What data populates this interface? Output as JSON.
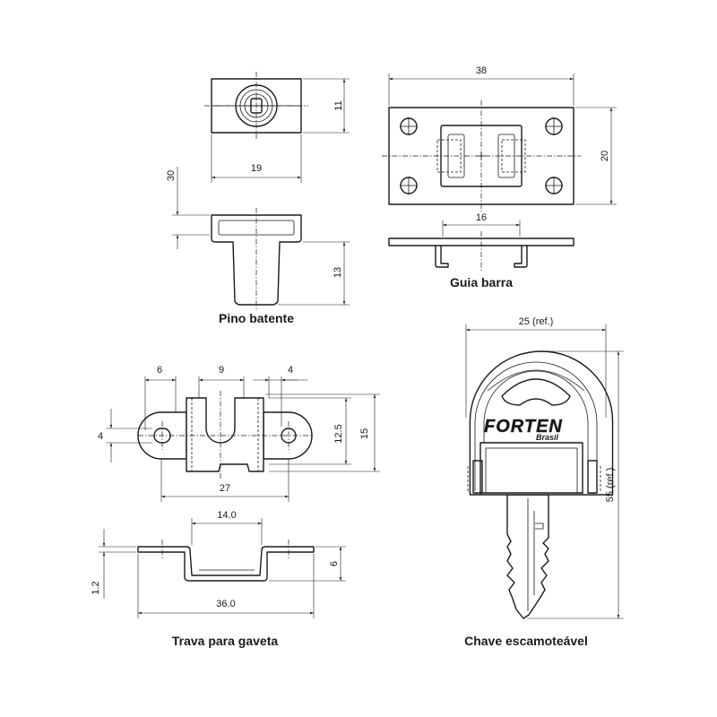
{
  "captions": {
    "pino": "Pino batente",
    "guia": "Guia barra",
    "trava": "Trava para gaveta",
    "chave": "Chave escamoteável"
  },
  "dims": {
    "pino_11": "11",
    "pino_19": "19",
    "pino_30": "30",
    "pino_13": "13",
    "guia_38": "38",
    "guia_20": "20",
    "guia_16": "16",
    "trava_6": "6",
    "trava_9": "9",
    "trava_4_top": "4",
    "trava_4_left": "4",
    "trava_12_5": "12.5",
    "trava_15": "15",
    "trava_27": "27",
    "trava_14_0": "14.0",
    "trava_6_right": "6",
    "trava_1_2": "1.2",
    "trava_36_0": "36.0",
    "chave_25": "25 (ref.)",
    "chave_55": "55 (ref.)"
  },
  "logo": {
    "brand": "FORTEN",
    "sub": "Brasil"
  }
}
